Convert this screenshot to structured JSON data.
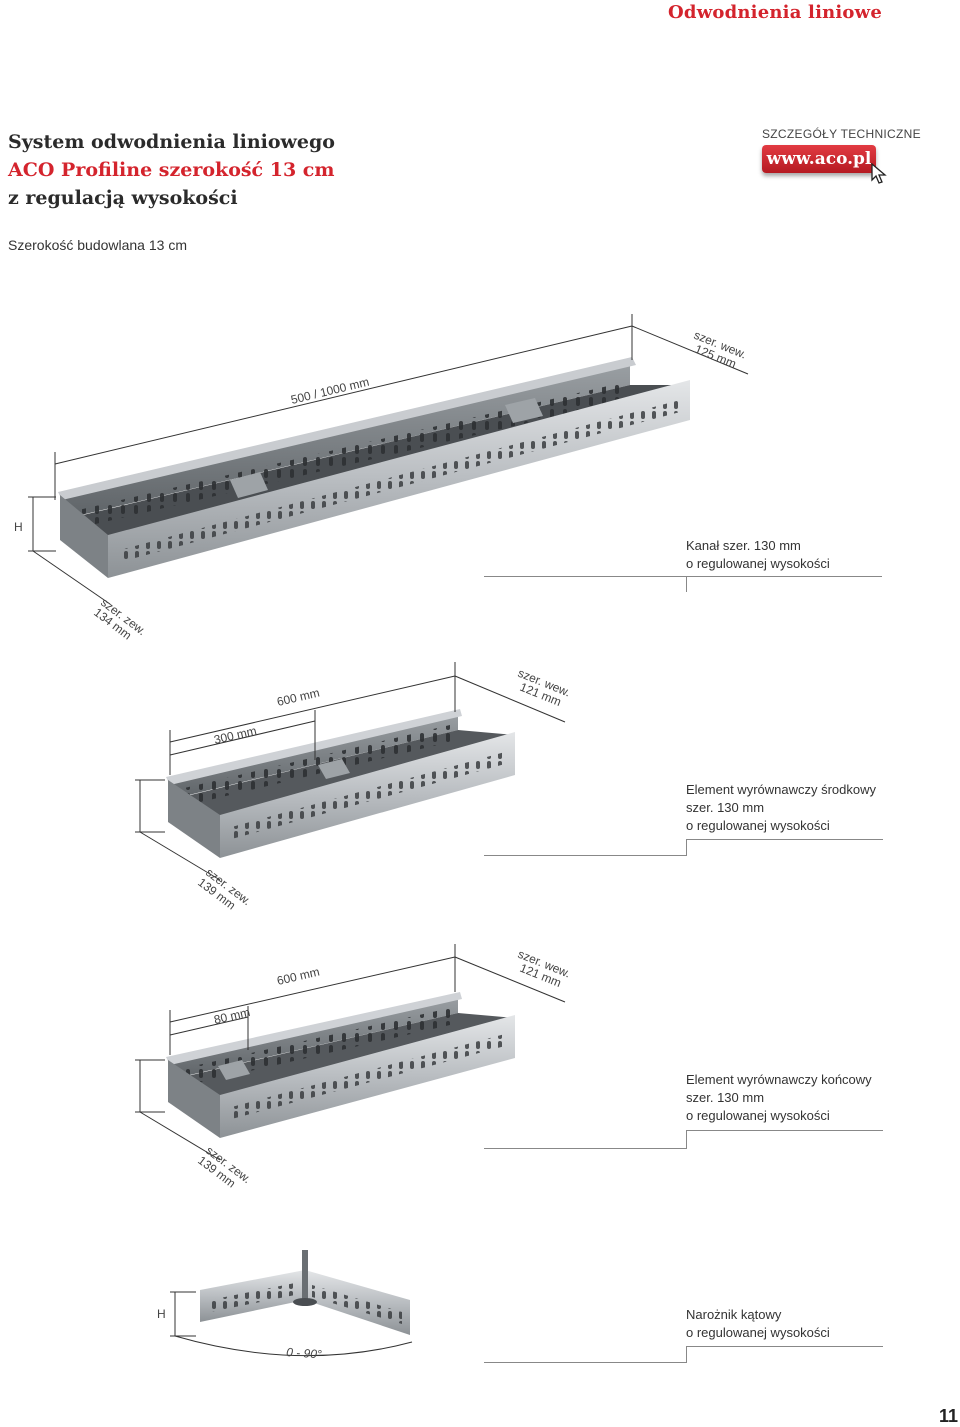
{
  "header": {
    "section_title": "Odwodnienia liniowe",
    "headline_line1": "System odwodnienia liniowego",
    "headline_line2": "ACO Profiline szerokość 13 cm",
    "headline_line3": "z regulacją wysokości",
    "tech_details_label": "SZCZEGÓŁY TECHNICZNE",
    "url": "www.aco.pl",
    "subheading": "Szerokość budowlana 13 cm"
  },
  "products": [
    {
      "line1": "Kanał szer. 130 mm",
      "line2": "o regulowanej wysokości",
      "dims": {
        "length": "500 / 1000 mm",
        "inner_label": "szer. wew.",
        "inner_value": "125 mm",
        "height": "H",
        "outer_label": "szer. zew.",
        "outer_value": "134 mm"
      }
    },
    {
      "line1": "Element wyrównawczy środkowy",
      "line2": "szer. 130 mm",
      "line3": "o regulowanej wysokości",
      "dims": {
        "length": "600 mm",
        "partial": "300 mm",
        "inner_label": "szer. wew.",
        "inner_value": "121 mm",
        "outer_label": "szer. zew.",
        "outer_value": "139 mm"
      }
    },
    {
      "line1": "Element wyrównawczy końcowy",
      "line2": "szer. 130 mm",
      "line3": "o regulowanej wysokości",
      "dims": {
        "length": "600 mm",
        "partial": "80 mm",
        "inner_label": "szer. wew.",
        "inner_value": "121 mm",
        "outer_label": "szer. zew.",
        "outer_value": "139 mm"
      }
    },
    {
      "line1": "Narożnik kątowy",
      "line2": "o regulowanej wysokości",
      "dims": {
        "height": "H",
        "angle": "0 - 90°"
      }
    }
  ],
  "page_number": "11"
}
